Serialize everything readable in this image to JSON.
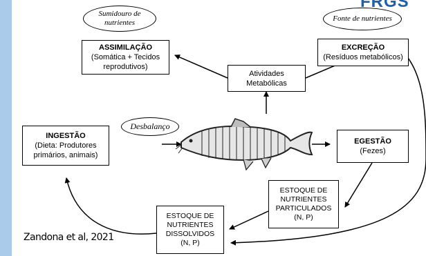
{
  "logo_text": "FRGS",
  "ellipses": {
    "sink": [
      "Sumidouro de",
      "nutrientes"
    ],
    "source": "Fonte de nutrientes",
    "imbalance": "Desbalanço"
  },
  "boxes": {
    "assimilation": {
      "title": "ASSIMILAÇÃO",
      "lines": [
        "(Somática + Tecidos",
        "reprodutivos)"
      ]
    },
    "metabolic": {
      "lines": [
        "Atividades",
        "Metabólicas"
      ]
    },
    "excretion": {
      "title": "EXCREÇÃO",
      "lines": [
        "(Resíduos metabólicos)"
      ]
    },
    "ingestion": {
      "title": "INGESTÃO",
      "lines": [
        "(Dieta: Produtores",
        "primários, animais)"
      ]
    },
    "egestion": {
      "title": "EGESTÃO",
      "lines": [
        "(Fezes)"
      ]
    },
    "particulate": {
      "lines": [
        "ESTOQUE DE",
        "NUTRIENTES",
        "PARTICULADOS",
        "(N, P)"
      ]
    },
    "dissolved": {
      "lines": [
        "ESTOQUE DE",
        "NUTRIENTES",
        "DISSOLVIDOS",
        "(N, P)"
      ]
    }
  },
  "citation": "Zandona et al, 2021"
}
